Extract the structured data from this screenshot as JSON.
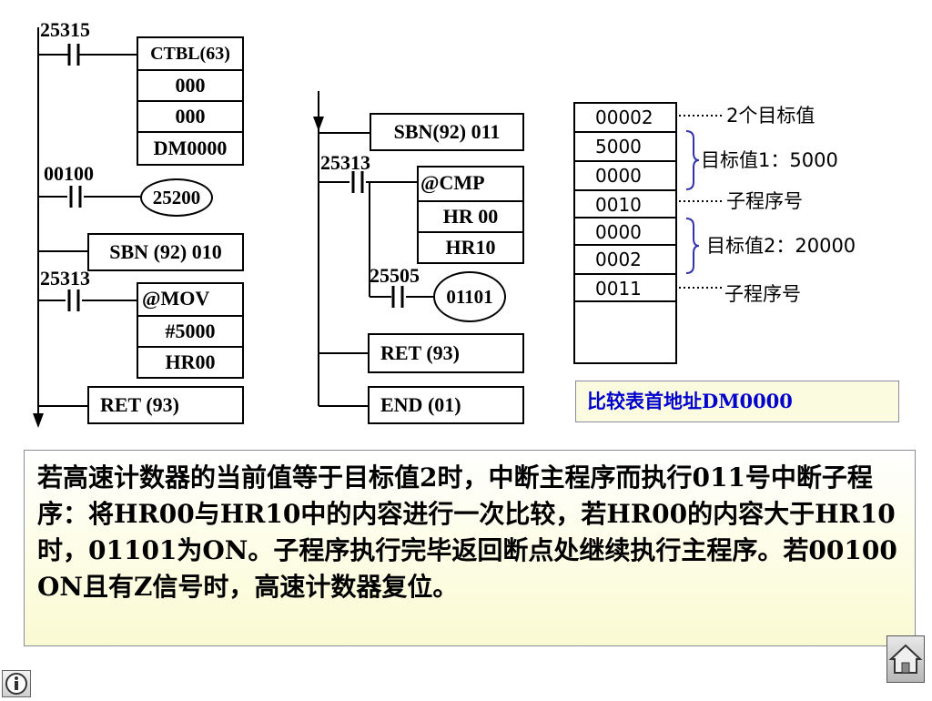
{
  "left_ladder": {
    "contact_25315": "25315",
    "ctbl": [
      "CTBL(63)",
      "000",
      "000",
      "DM0000"
    ],
    "contact_00100": "00100",
    "coil_25200": "25200",
    "sbn_010": "SBN (92) 010",
    "contact_25313": "25313",
    "mov": [
      "@MOV",
      "#5000",
      "HR00"
    ],
    "ret": "RET (93)"
  },
  "middle_ladder": {
    "sbn_011": "SBN(92) 011",
    "contact_25313": "25313",
    "cmp": [
      "@CMP",
      "HR 00",
      "HR10"
    ],
    "contact_25505": "25505",
    "coil_01101": "01101",
    "ret": "RET (93)",
    "end": "END (01)"
  },
  "compare_table": {
    "cells": [
      "00002",
      "5000",
      "0000",
      "0010",
      "0000",
      "0002",
      "0011"
    ],
    "annotations": {
      "targets_count": "2个目标值",
      "target1": "目标值1：5000",
      "subprogram1": "子程序号",
      "target2": "目标值2：20000",
      "subprogram2": "子程序号"
    },
    "address_label": "比较表首地址DM0000"
  },
  "note_text": "若高速计数器的当前值等于目标值2时，中断主程序而执行011号中断子程序：将HR00与HR10中的内容进行一次比较，若HR00的内容大于HR10时，01101为ON。子程序执行完毕返回断点处继续执行主程序。若00100 ON且有Z信号时，高速计数器复位。",
  "colors": {
    "bracket": "#3333aa",
    "address_text": "#0000cc",
    "note_bg": "#fafad2"
  },
  "icons": [
    "info-icon",
    "home-icon"
  ]
}
